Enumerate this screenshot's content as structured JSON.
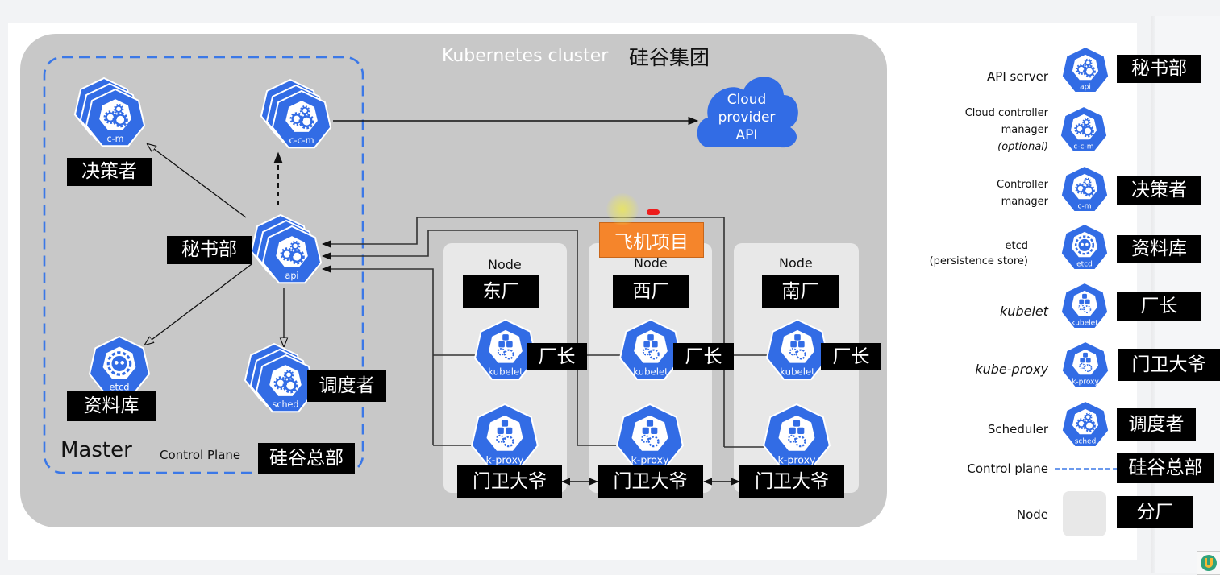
{
  "diagram": {
    "cluster_title": "Kubernetes cluster",
    "cluster_title_cn": "硅谷集团",
    "master_label": "Master",
    "control_plane_label": "Control Plane",
    "control_plane_cn": "硅谷总部",
    "cloud_label": [
      "Cloud",
      "provider",
      "API"
    ],
    "project_badge": "飞机项目",
    "components": {
      "cm": {
        "icon_text": "c-m",
        "cn": "决策者"
      },
      "ccm": {
        "icon_text": "c-c-m"
      },
      "api": {
        "icon_text": "api",
        "cn": "秘书部"
      },
      "etcd": {
        "icon_text": "etcd",
        "cn": "资料库"
      },
      "sched": {
        "icon_text": "sched",
        "cn": "调度者"
      }
    },
    "nodes": [
      {
        "title": "Node",
        "cn": "东厂",
        "kubelet_text": "kubelet",
        "kubelet_cn": "厂长",
        "proxy_text": "k-proxy",
        "proxy_cn": "门卫大爷"
      },
      {
        "title": "Node",
        "cn": "西厂",
        "kubelet_text": "kubelet",
        "kubelet_cn": "厂长",
        "proxy_text": "k-proxy",
        "proxy_cn": "门卫大爷"
      },
      {
        "title": "Node",
        "cn": "南厂",
        "kubelet_text": "kubelet",
        "kubelet_cn": "厂长",
        "proxy_text": "k-proxy",
        "proxy_cn": "门卫大爷"
      }
    ]
  },
  "legend": {
    "items": [
      {
        "label": "API server",
        "icon_text": "api",
        "cn": "秘书部"
      },
      {
        "label_lines": [
          "Cloud controller",
          "manager",
          "(optional)"
        ],
        "icon_text": "c-c-m",
        "cn": ""
      },
      {
        "label_lines": [
          "Controller",
          "manager"
        ],
        "icon_text": "c-m",
        "cn": "决策者"
      },
      {
        "label_lines": [
          "etcd",
          "(persistence store)"
        ],
        "icon_text": "etcd",
        "cn": "资料库"
      },
      {
        "label": "kubelet",
        "icon_text": "kubelet",
        "cn": "厂长"
      },
      {
        "label": "kube-proxy",
        "icon_text": "k-proxy",
        "cn": "门卫大爷"
      },
      {
        "label": "Scheduler",
        "icon_text": "sched",
        "cn": "调度者"
      },
      {
        "label": "Control plane",
        "cn": "硅谷总部"
      },
      {
        "label": "Node",
        "cn": "分厂"
      }
    ]
  },
  "colors": {
    "k8s_blue": "#326ce5",
    "cluster_gray": "#c8c8c8",
    "node_gray": "#e8e8e8",
    "label_black": "#000000",
    "badge_orange": "#f5852b"
  }
}
